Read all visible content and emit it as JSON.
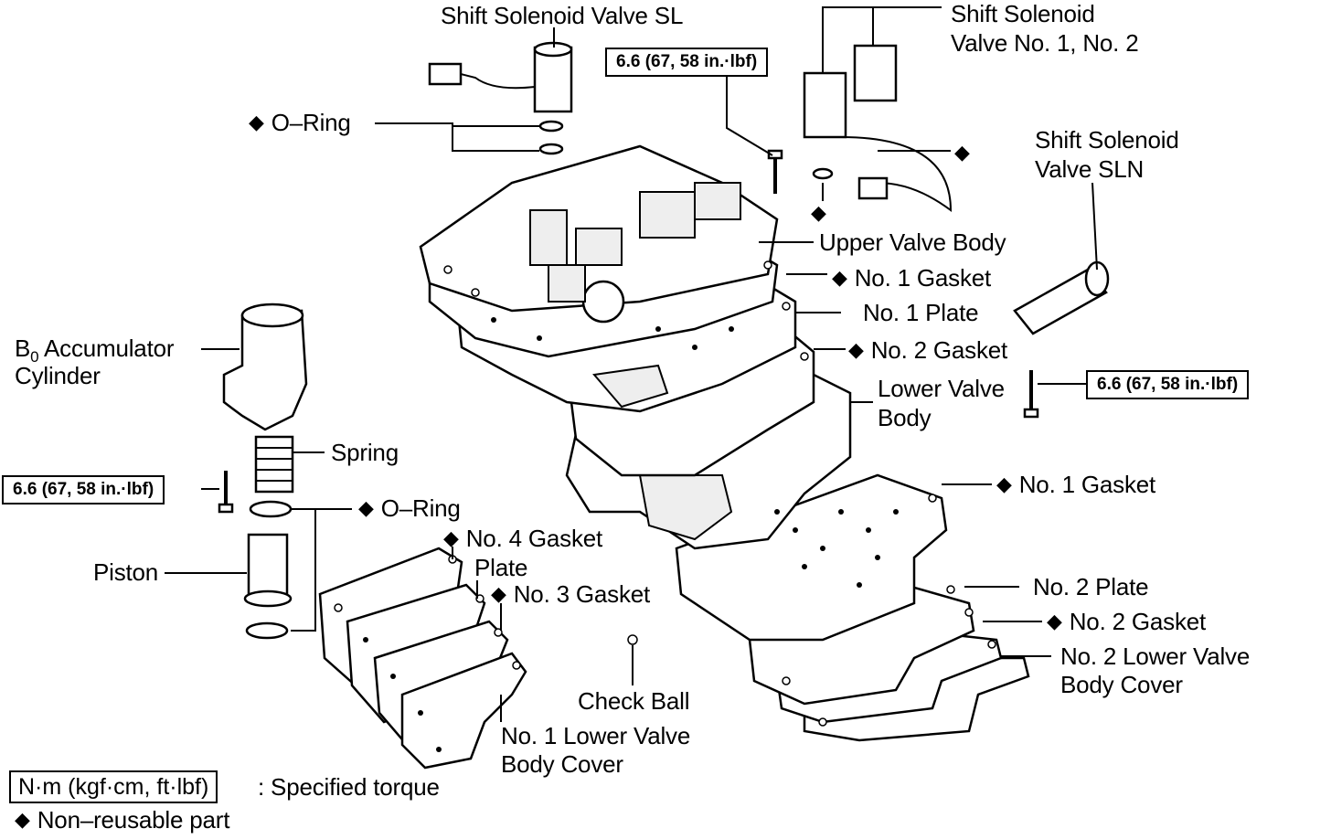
{
  "labels": {
    "shift_solenoid_sl": "Shift Solenoid Valve SL",
    "shift_solenoid_12_line1": "Shift Solenoid",
    "shift_solenoid_12_line2": "Valve No. 1, No. 2",
    "shift_solenoid_sln_line1": "Shift Solenoid",
    "shift_solenoid_sln_line2": "Valve SLN",
    "o_ring_top": "O–Ring",
    "upper_valve_body": "Upper Valve Body",
    "no1_gasket_upper": "No. 1 Gasket",
    "no1_plate": "No. 1 Plate",
    "no2_gasket_upper": "No. 2 Gasket",
    "lower_valve_body_line1": "Lower Valve",
    "lower_valve_body_line2": "Body",
    "b0_acc_prefix": "B",
    "b0_acc_sub": "0",
    "b0_acc_line1_rest": " Accumulator",
    "b0_acc_line2": "Cylinder",
    "spring": "Spring",
    "o_ring_lower": "O–Ring",
    "piston": "Piston",
    "no4_gasket": "No. 4 Gasket",
    "plate": "Plate",
    "no3_gasket": "No. 3 Gasket",
    "check_ball": "Check Ball",
    "no1_lower_cover_line1": "No. 1 Lower Valve",
    "no1_lower_cover_line2": "Body Cover",
    "no1_gasket_lower": "No. 1 Gasket",
    "no2_plate": "No. 2 Plate",
    "no2_gasket_lower": "No. 2 Gasket",
    "no2_lower_cover_line1": "No. 2 Lower Valve",
    "no2_lower_cover_line2": "Body Cover"
  },
  "torque_specs": {
    "top": "6.6 (67, 58 in.·lbf)",
    "right": "6.6 (67, 58 in.·lbf)",
    "left": "6.6 (67, 58 in.·lbf)"
  },
  "legend": {
    "torque_units": "N·m (kgf·cm, ft·lbf)",
    "torque_desc": ": Specified torque",
    "nonreusable": "Non–reusable part"
  },
  "symbols": {
    "nonreusable_mark": "◆"
  }
}
